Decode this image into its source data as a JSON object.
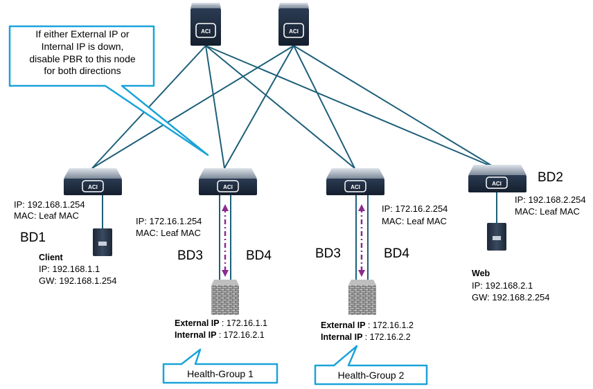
{
  "callout": {
    "line1": "If either External IP or",
    "line2": "Internal IP is down,",
    "line3": "disable PBR to this node",
    "line4": "for both directions"
  },
  "device_label": "ACI",
  "leaf1": {
    "ip": "IP: 192.168.1.254",
    "mac": "MAC: Leaf MAC",
    "bd": "BD1"
  },
  "client": {
    "title": "Client",
    "ip": "IP: 192.168.1.1",
    "gw": "GW: 192.168.1.254"
  },
  "leaf2": {
    "ip": "IP: 172.16.1.254",
    "mac": "MAC: Leaf MAC",
    "bd_left": "BD3",
    "bd_right": "BD4"
  },
  "fw1": {
    "ext_label": "External IP",
    "ext_value": ": 172.16.1.1",
    "int_label": "Internal IP",
    "int_value": ": 172.16.2.1",
    "health_group": "Health-Group 1"
  },
  "leaf3": {
    "ip": "IP: 172.16.2.254",
    "mac": "MAC: Leaf MAC",
    "bd_left": "BD3",
    "bd_right": "BD4"
  },
  "fw2": {
    "ext_label": "External IP",
    "ext_value": ": 172.16.1.2",
    "int_label": "Internal IP",
    "int_value": ": 172.16.2.2",
    "health_group": "Health-Group 2"
  },
  "leaf4": {
    "ip": "IP: 192.168.2.254",
    "mac": "MAC: Leaf MAC",
    "bd": "BD2"
  },
  "web": {
    "title": "Web",
    "ip": "IP: 192.168.2.1",
    "gw": "GW: 192.168.2.254"
  },
  "colors": {
    "link": "#1d5f79",
    "callout": "#1aa3d9",
    "device": "#1f2f45",
    "arrow": "#8b2a8f"
  }
}
